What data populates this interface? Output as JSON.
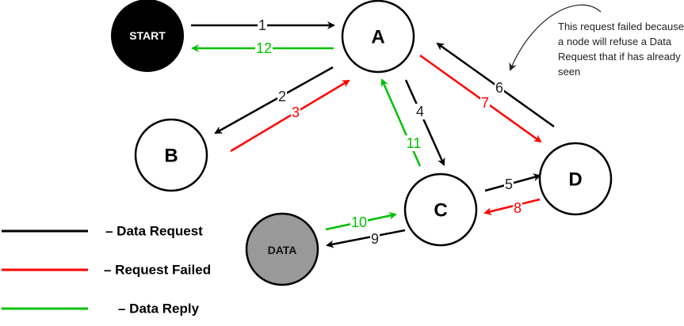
{
  "colors": {
    "request": "#000000",
    "failed": "#ff0000",
    "reply": "#00c000",
    "data_node_fill": "#999999",
    "start_node_fill": "#000000"
  },
  "nodes": {
    "start": {
      "label": "START"
    },
    "a": {
      "label": "A"
    },
    "b": {
      "label": "B"
    },
    "c": {
      "label": "C"
    },
    "d": {
      "label": "D"
    },
    "data": {
      "label": "DATA"
    }
  },
  "edges": [
    {
      "step": "1",
      "from": "START",
      "to": "A",
      "kind": "request"
    },
    {
      "step": "2",
      "from": "A",
      "to": "B",
      "kind": "request"
    },
    {
      "step": "3",
      "from": "B",
      "to": "A",
      "kind": "failed"
    },
    {
      "step": "4",
      "from": "A",
      "to": "C",
      "kind": "request"
    },
    {
      "step": "5",
      "from": "C",
      "to": "D",
      "kind": "request"
    },
    {
      "step": "6",
      "from": "D",
      "to": "A",
      "kind": "request"
    },
    {
      "step": "7",
      "from": "A",
      "to": "D",
      "kind": "failed"
    },
    {
      "step": "8",
      "from": "D",
      "to": "C",
      "kind": "failed"
    },
    {
      "step": "9",
      "from": "C",
      "to": "DATA",
      "kind": "request"
    },
    {
      "step": "10",
      "from": "DATA",
      "to": "C",
      "kind": "reply"
    },
    {
      "step": "11",
      "from": "C",
      "to": "A",
      "kind": "reply"
    },
    {
      "step": "12",
      "from": "A",
      "to": "START",
      "kind": "reply"
    }
  ],
  "annotation": {
    "text": "This request failed because a node will refuse a Data Request that if has already seen"
  },
  "legend": [
    {
      "label": "– Data Request",
      "kind": "request"
    },
    {
      "label": "– Request Failed",
      "kind": "failed"
    },
    {
      "label": "– Data Reply",
      "kind": "reply"
    }
  ]
}
